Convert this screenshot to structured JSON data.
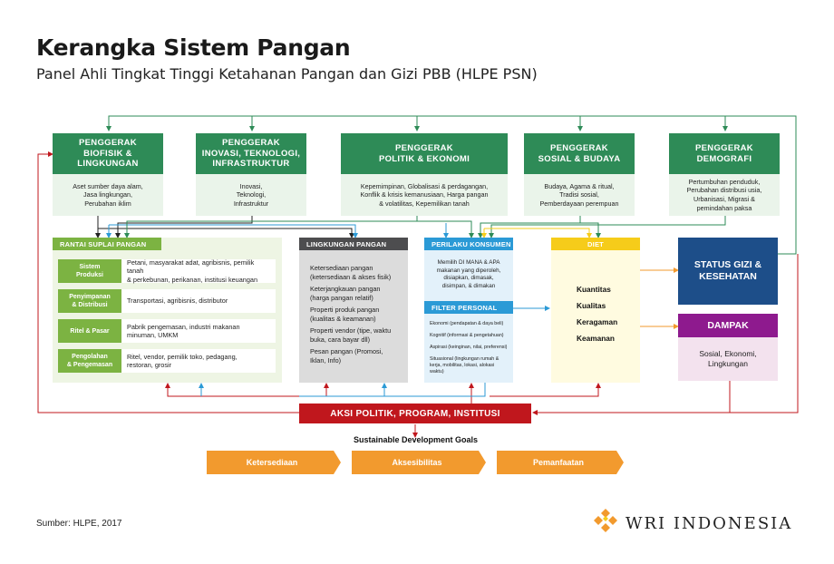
{
  "header": {
    "title": "Kerangka Sistem Pangan",
    "subtitle": "Panel Ahli Tingkat Tinggi Ketahanan Pangan dan Gizi PBB (HLPE PSN)"
  },
  "drivers": [
    {
      "title": "PENGGERAK\nBIOFISIK &\nLINGKUNGAN",
      "items": "Aset sumber daya alam,\nJasa lingkungan,\nPerubahan iklim"
    },
    {
      "title": "PENGGERAK\nINOVASI, TEKNOLOGI,\nINFRASTRUKTUR",
      "items": "Inovasi,\nTeknologi,\nInfrastruktur"
    },
    {
      "title": "PENGGERAK\nPOLITIK & EKONOMI",
      "items": "Kepemimpinan, Globalisasi & perdagangan,\nKonflik & krisis kemanusiaan, Harga pangan\n& volatilitas, Kepemilikan tanah"
    },
    {
      "title": "PENGGERAK\nSOSIAL & BUDAYA",
      "items": "Budaya, Agama & ritual,\nTradisi sosial,\nPemberdayaan perempuan"
    },
    {
      "title": "PENGGERAK\nDEMOGRAFI",
      "items": "Pertumbuhan penduduk,\nPerubahan distribusi usia,\nUrbanisasi, Migrasi &\npemindahan paksa"
    }
  ],
  "supply_chain": {
    "title": "RANTAI SUPLAI PANGAN",
    "rows": [
      {
        "label": "Sistem\nProduksi",
        "text": "Petani, masyarakat adat, agribisnis, pemilik tanah\n& perkebunan, perikanan, institusi keuangan"
      },
      {
        "label": "Penyimpanan\n& Distribusi",
        "text": "Transportasi, agribisnis, distributor"
      },
      {
        "label": "Ritel & Pasar",
        "text": "Pabrik pengemasan, industri makanan\nminuman, UMKM"
      },
      {
        "label": "Pengolahan\n& Pengemasan",
        "text": "Ritel, vendor, pemilik toko, pedagang,\nrestoran, grosir"
      }
    ]
  },
  "food_environment": {
    "title": "LINGKUNGAN PANGAN",
    "items": [
      "Ketersediaan pangan\n(ketersediaan & akses fisik)",
      "Keterjangkauan pangan\n(harga pangan relatif)",
      "Properti produk pangan\n(kualitas & keamanan)",
      "Properti vendor (tipe, waktu\nbuka, cara bayar dll)",
      "Pesan pangan (Promosi,\nIklan, Info)"
    ]
  },
  "consumer_behavior": {
    "title": "PERILAKU KONSUMEN",
    "text": "Memilih DI MANA & APA\nmakanan yang diperoleh,\ndisiapkan, dimasak,\ndisimpan, & dimakan"
  },
  "personal_filter": {
    "title": "FILTER PERSONAL",
    "items": [
      "Ekonomi (pendapatan & daya beli)",
      "Kognitif (informasi & pengetahuan)",
      "Aspirasi (keinginan, nilai, preferensi)",
      "Situasional (lingkungan rumah &\nkerja, mobilitas, lokasi, alokasi\nwaktu)"
    ]
  },
  "diet": {
    "title": "DIET",
    "items": [
      "Kuantitas",
      "Kualitas",
      "Keragaman",
      "Keamanan"
    ]
  },
  "nutrition_status": {
    "title": "STATUS GIZI &\nKESEHATAN"
  },
  "impact": {
    "title": "DAMPAK",
    "text": "Sosial, Ekonomi,\nLingkungan"
  },
  "policy_action": {
    "title": "AKSI POLITIK, PROGRAM, INSTITUSI"
  },
  "sdg": {
    "title": "Sustainable Development Goals",
    "items": [
      "Ketersediaan",
      "Aksesibilitas",
      "Pemanfaatan"
    ]
  },
  "footer": {
    "source": "Sumber: HLPE, 2017",
    "logo": "WRI INDONESIA"
  },
  "colors": {
    "driver_green": "#2e8b57",
    "supply_green": "#7cb342",
    "environment_gray": "#4d4d4f",
    "consumer_blue": "#2b9ad6",
    "diet_yellow": "#f6cc1a",
    "status_navy": "#1d4e89",
    "impact_purple": "#8e1a8e",
    "action_red": "#c0171d",
    "sdg_orange": "#f29a2e"
  }
}
